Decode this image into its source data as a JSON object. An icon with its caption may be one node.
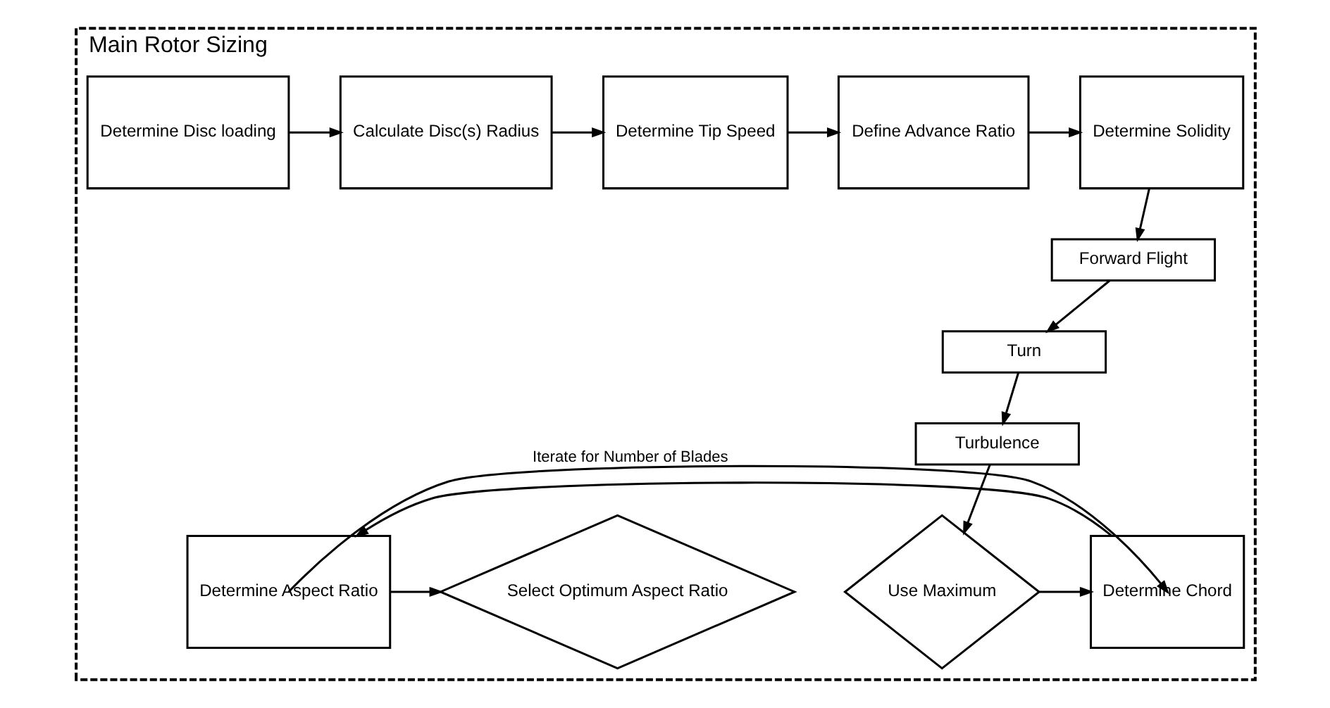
{
  "diagram": {
    "nodes": [
      {
        "text": [
          "Main Rotor Sizing"
        ]
      },
      {
        "text": [
          "Determine Disc loading"
        ],
        "in": 0
      },
      {
        "text": [
          "Calculate Disc(s) Radius"
        ],
        "in": 0
      },
      {
        "text": [
          "Determine Tip Speed"
        ],
        "in": 0
      },
      {
        "text": [
          "Define Advance Ratio"
        ],
        "in": 0
      },
      {
        "text": [
          "Determine Solidity"
        ],
        "in": 0
      },
      {
        "text": [
          "Forward Flight"
        ],
        "in": 0
      },
      {
        "text": [
          "Turn"
        ],
        "in": 0
      },
      {
        "text": [
          "Turbulence"
        ],
        "in": 0
      },
      {
        "text": [
          "Use Maximum"
        ],
        "in": 0
      },
      {
        "text": [
          "Determine Chord"
        ],
        "in": 0
      },
      {
        "text": [
          "Determine Aspect Ratio"
        ],
        "in": 0
      },
      {
        "text": [
          "Select Optimum Aspect Ratio"
        ],
        "in": 0
      }
    ],
    "edges": [
      {
        "from": 1,
        "to": 2,
        "arrow": "to"
      },
      {
        "from": 2,
        "to": 3,
        "arrow": "to"
      },
      {
        "from": 3,
        "to": 4,
        "arrow": "to"
      },
      {
        "from": 4,
        "to": 5,
        "arrow": "to"
      },
      {
        "from": 5,
        "to": 6,
        "arrow": "to"
      },
      {
        "from": 6,
        "to": 7,
        "arrow": "to"
      },
      {
        "from": 7,
        "to": 8,
        "arrow": "to"
      },
      {
        "from": 8,
        "to": 9,
        "arrow": "to"
      },
      {
        "from": 9,
        "to": 10,
        "arrow": "to"
      },
      {
        "from": 10,
        "to": 11,
        "arrow": "to"
      },
      {
        "from": 11,
        "to": 12,
        "arrow": "to"
      },
      {
        "from": 11,
        "to": 10,
        "arrow": "to",
        "label": "Iterate for Number of Blades"
      }
    ]
  }
}
